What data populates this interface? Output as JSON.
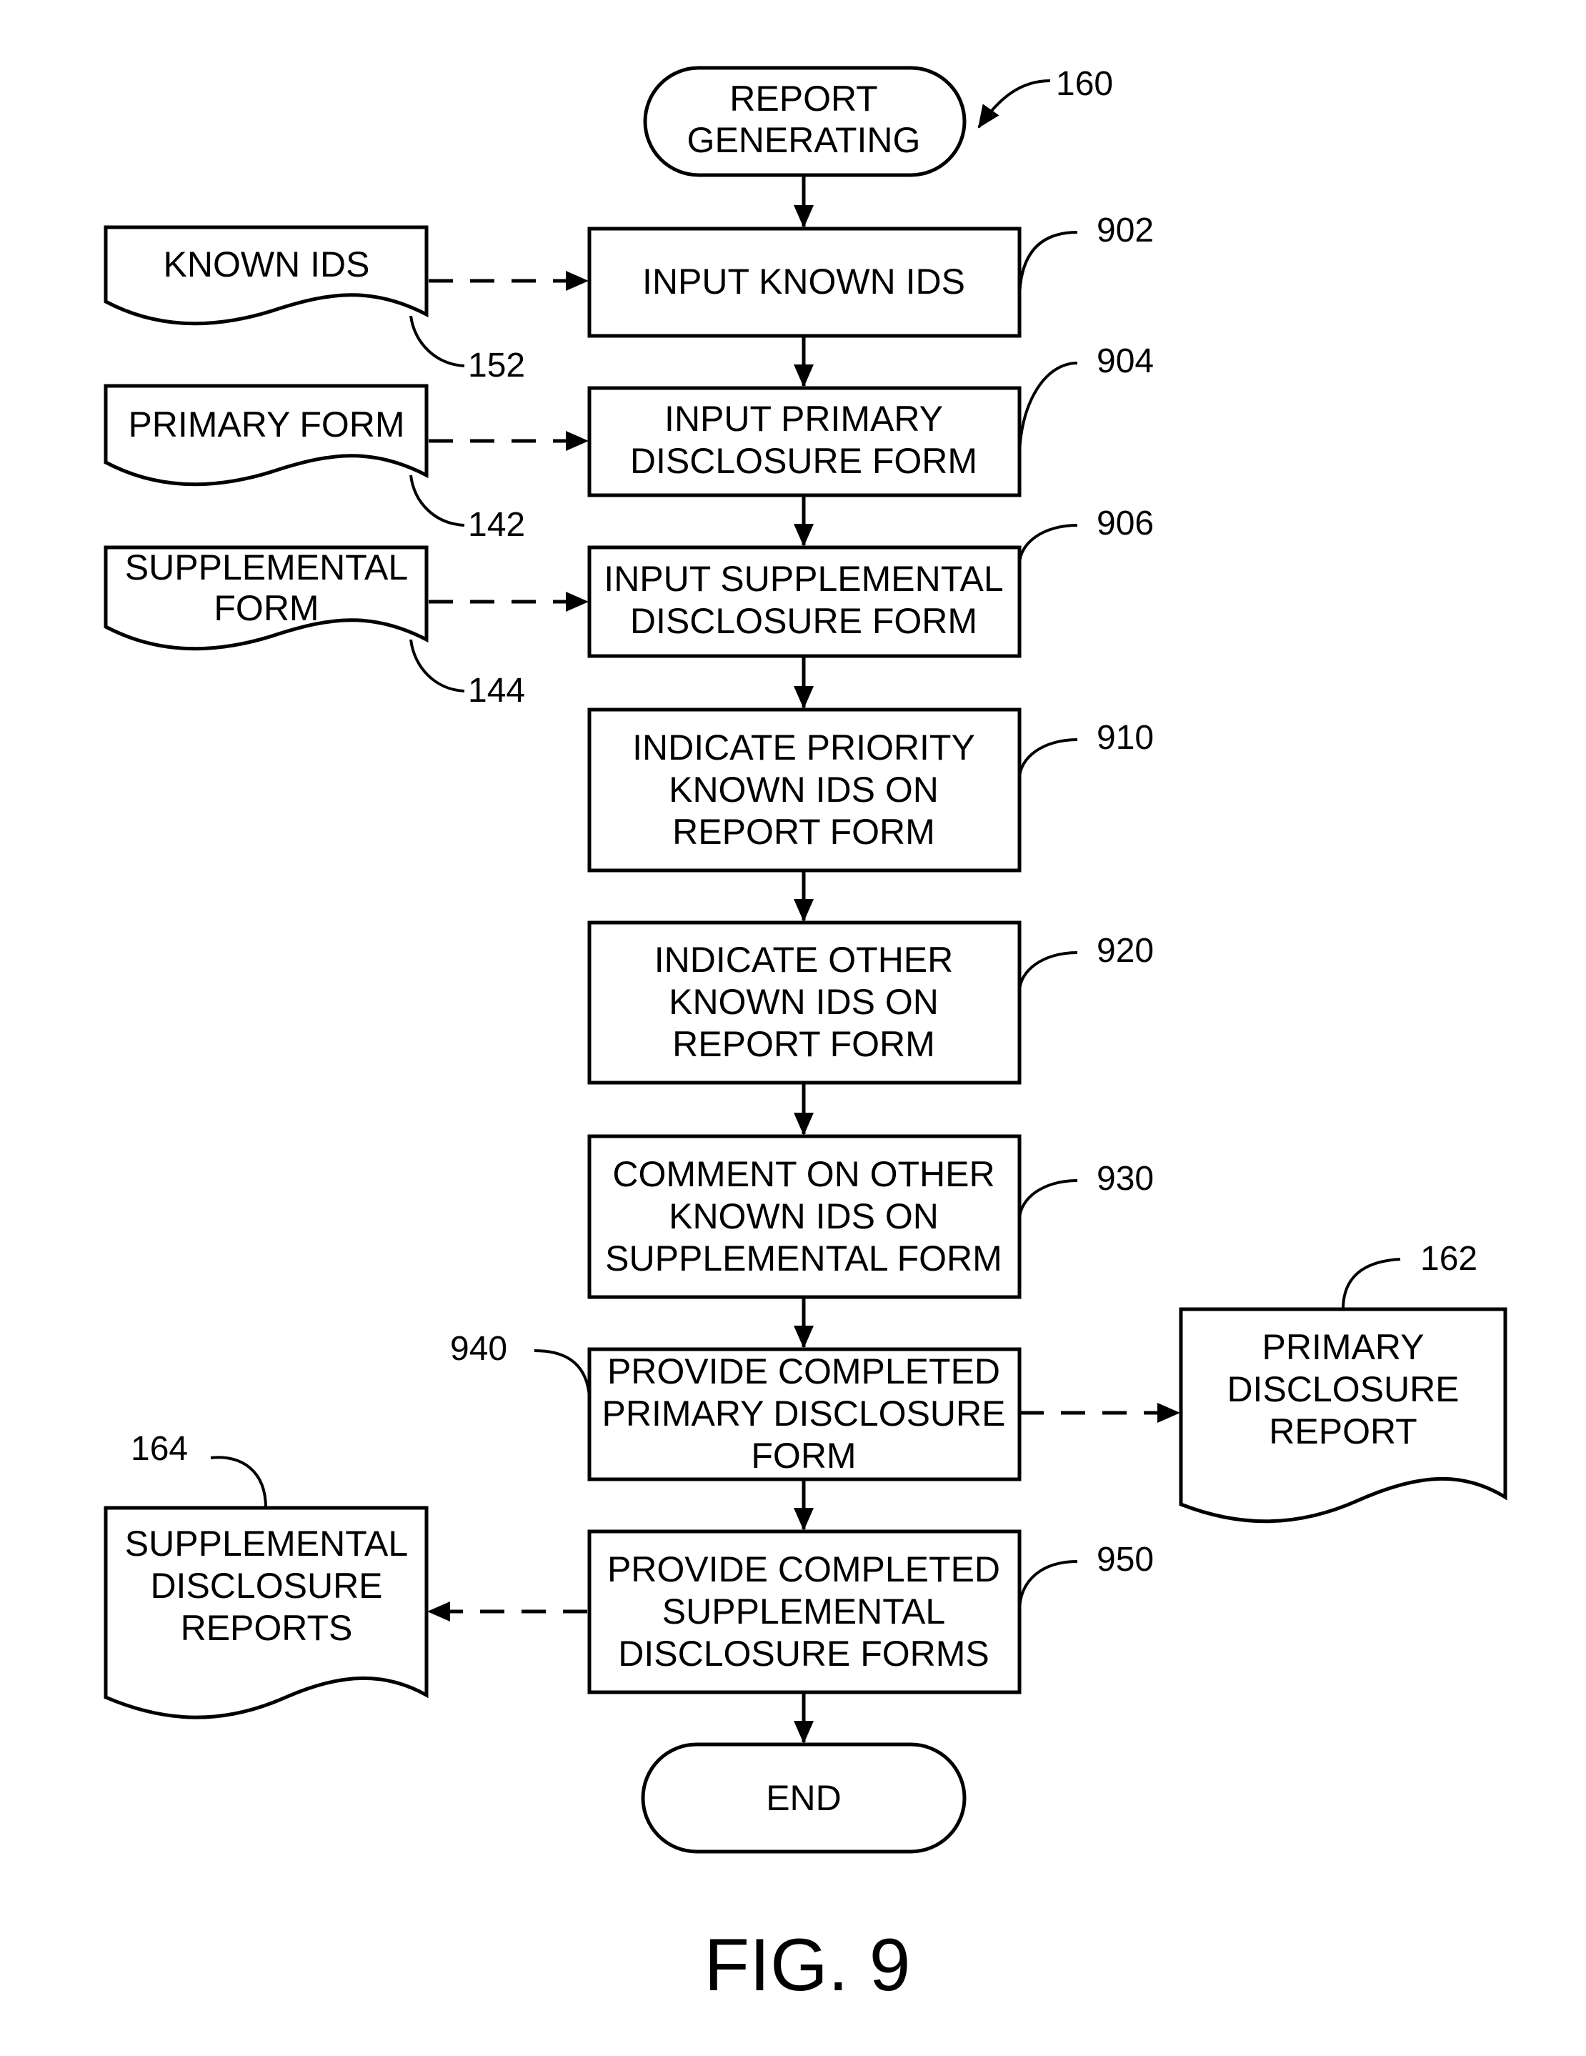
{
  "figure": {
    "caption": "FIG. 9",
    "flow_reference": "160",
    "terminals": {
      "start": {
        "lines": [
          "REPORT",
          "GENERATING"
        ]
      },
      "end": {
        "lines": [
          "END"
        ]
      }
    },
    "steps": [
      {
        "id": "902",
        "lines": [
          "INPUT KNOWN IDS"
        ]
      },
      {
        "id": "904",
        "lines": [
          "INPUT PRIMARY",
          "DISCLOSURE FORM"
        ]
      },
      {
        "id": "906",
        "lines": [
          "INPUT SUPPLEMENTAL",
          "DISCLOSURE FORM"
        ]
      },
      {
        "id": "910",
        "lines": [
          "INDICATE PRIORITY",
          "KNOWN IDS ON",
          "REPORT FORM"
        ]
      },
      {
        "id": "920",
        "lines": [
          "INDICATE OTHER",
          "KNOWN IDS ON",
          "REPORT FORM"
        ]
      },
      {
        "id": "930",
        "lines": [
          "COMMENT ON OTHER",
          "KNOWN IDS ON",
          "SUPPLEMENTAL FORM"
        ]
      },
      {
        "id": "940",
        "lines": [
          "PROVIDE COMPLETED",
          "PRIMARY DISCLOSURE",
          "FORM"
        ]
      },
      {
        "id": "950",
        "lines": [
          "PROVIDE COMPLETED",
          "SUPPLEMENTAL",
          "DISCLOSURE FORMS"
        ]
      }
    ],
    "documents": {
      "known_ids": {
        "id": "152",
        "lines": [
          "KNOWN IDS"
        ]
      },
      "primary_form": {
        "id": "142",
        "lines": [
          "PRIMARY FORM"
        ]
      },
      "supplemental_form": {
        "id": "144",
        "lines": [
          "SUPPLEMENTAL",
          "FORM"
        ]
      },
      "primary_report": {
        "id": "162",
        "lines": [
          "PRIMARY",
          "DISCLOSURE",
          "REPORT"
        ]
      },
      "supplemental_reports": {
        "id": "164",
        "lines": [
          "SUPPLEMENTAL",
          "DISCLOSURE",
          "REPORTS"
        ]
      }
    }
  }
}
